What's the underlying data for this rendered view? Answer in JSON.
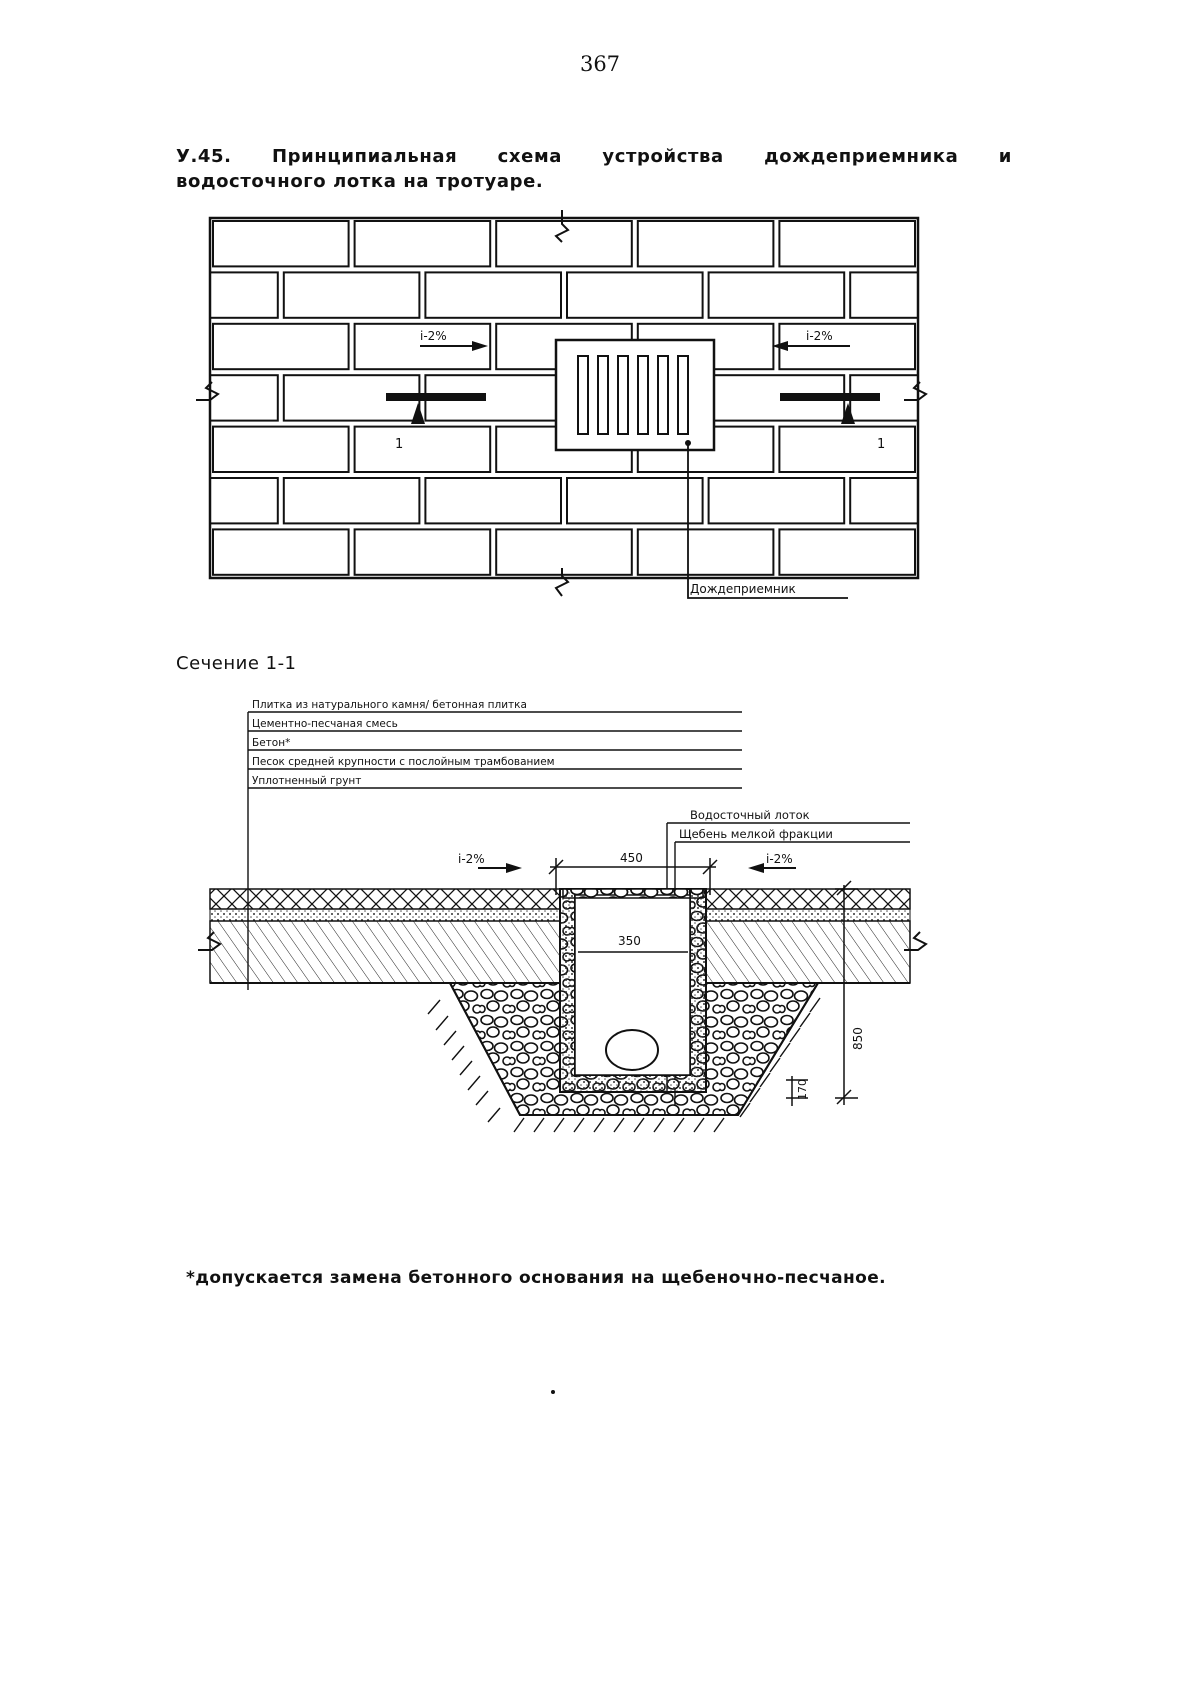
{
  "page_number": "367",
  "caption": {
    "line1": "У.45. Принципиальная схема устройства дождеприемника и",
    "line2": "водосточного лотка на тротуаре."
  },
  "plan": {
    "slope_left": "i-2%",
    "slope_right": "i-2%",
    "section_mark_left": "1",
    "section_mark_right": "1",
    "inlet_label": "Дождеприемник"
  },
  "section": {
    "title": "Сечение 1-1",
    "layers": [
      "Плитка из натурального камня/ бетонная плитка",
      "Цементно-песчаная смесь",
      "Бетон*",
      "Песок средней крупности с послойным трамбованием",
      "Уплотненный грунт"
    ],
    "channel_labels": [
      "Водосточный лоток",
      "Щебень мелкой фракции"
    ],
    "slope_left": "i-2%",
    "slope_right": "i-2%",
    "dim_outer": "450",
    "dim_inner": "350",
    "dim_depth": "850",
    "dim_base": "170"
  },
  "footnote": "*допускается замена бетонного основания на щебеночно-песчаное."
}
